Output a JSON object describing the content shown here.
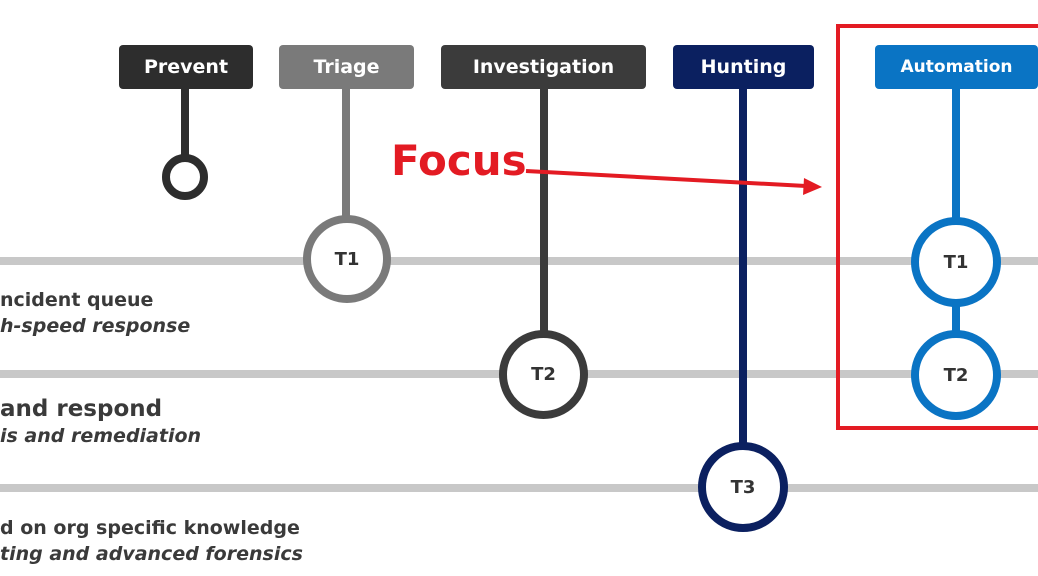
{
  "colors": {
    "prevent": "#2d2d2d",
    "triage": "#7a7a7a",
    "investigation": "#3b3b3b",
    "hunting": "#0b2060",
    "automation": "#0a74c4",
    "focus": "#e31b23",
    "tier_line": "#c8c8c8"
  },
  "columns": [
    {
      "id": "prevent",
      "label": "Prevent"
    },
    {
      "id": "triage",
      "label": "Triage",
      "tier": "T1"
    },
    {
      "id": "investigation",
      "label": "Investigation",
      "tier": "T2"
    },
    {
      "id": "hunting",
      "label": "Hunting",
      "tier": "T3"
    },
    {
      "id": "automation",
      "label": "Automation",
      "tiers": [
        "T1",
        "T2"
      ]
    }
  ],
  "tiers": [
    {
      "title": "ncident queue",
      "subtitle": "h-speed response"
    },
    {
      "title": "and respond",
      "subtitle": "is and remediation"
    },
    {
      "title": "d on org specific knowledge",
      "subtitle": "ting and advanced forensics"
    }
  ],
  "focus": {
    "label": "Focus"
  }
}
